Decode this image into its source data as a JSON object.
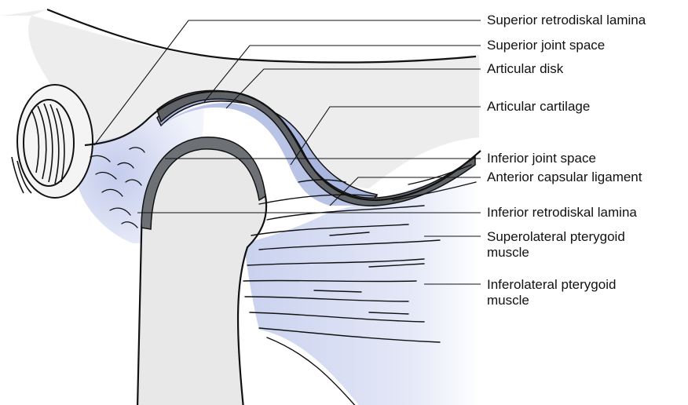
{
  "diagram": {
    "colors": {
      "bone": "#e9e9ea",
      "soft_tissue": "#d9dff3",
      "disk": "#a9b6e0",
      "cartilage": "#6d7075",
      "outline": "#111111"
    },
    "labels": [
      {
        "id": "superior-retrodiskal-lamina",
        "lines": [
          "Superior retrodiskal lamina"
        ]
      },
      {
        "id": "superior-joint-space",
        "lines": [
          "Superior joint space"
        ]
      },
      {
        "id": "articular-disk",
        "lines": [
          "Articular disk"
        ]
      },
      {
        "id": "articular-cartilage",
        "lines": [
          "Articular cartilage"
        ]
      },
      {
        "id": "inferior-joint-space",
        "lines": [
          "Inferior joint space"
        ]
      },
      {
        "id": "anterior-capsular-ligament",
        "lines": [
          "Anterior capsular ligament"
        ]
      },
      {
        "id": "inferior-retrodiskal-lamina",
        "lines": [
          "Inferior retrodiskal lamina"
        ]
      },
      {
        "id": "superolateral-pterygoid-muscle",
        "lines": [
          "Superolateral pterygoid",
          "muscle"
        ]
      },
      {
        "id": "inferolateral-pterygoid-muscle",
        "lines": [
          "Inferolateral pterygoid",
          "muscle"
        ]
      }
    ]
  }
}
